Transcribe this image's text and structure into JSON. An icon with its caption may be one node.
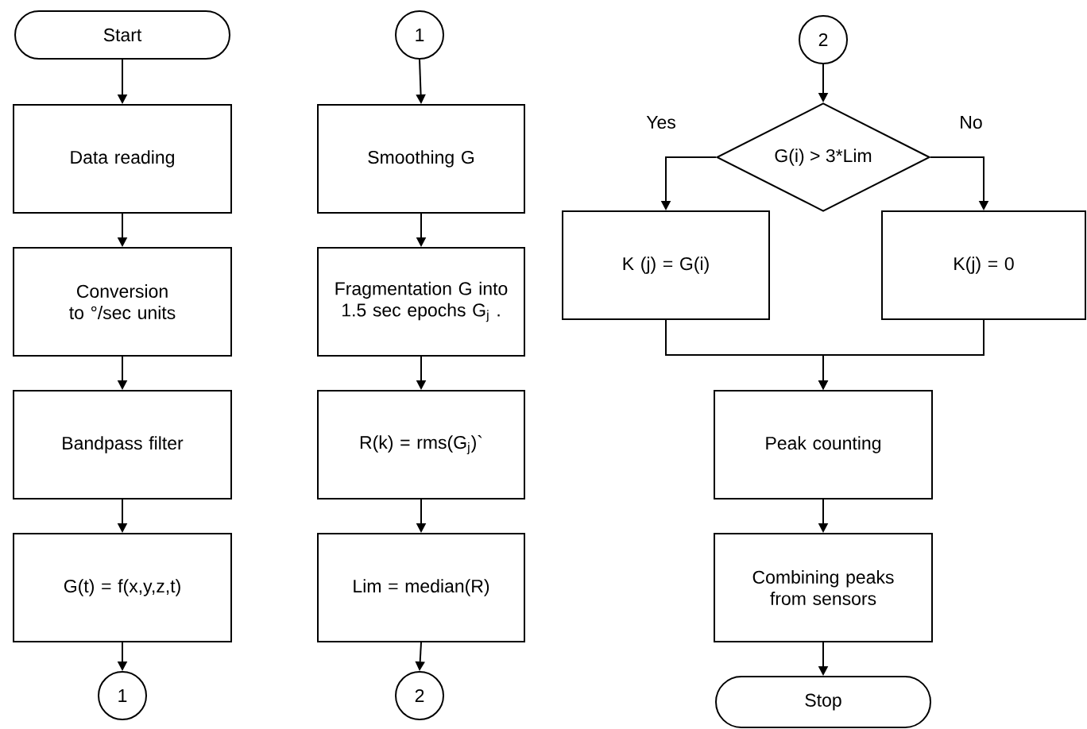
{
  "diagram": {
    "nodes": [
      {
        "text": [
          "Start"
        ]
      },
      {
        "text": [
          "Data reading"
        ]
      },
      {
        "text": [
          "Conversion to °/sec units"
        ]
      },
      {
        "text": [
          "Bandpass filter"
        ]
      },
      {
        "text": [
          "G(t) = f(x,y,z,t)"
        ]
      },
      {
        "text": [
          "1"
        ]
      },
      {
        "text": [
          "1"
        ]
      },
      {
        "text": [
          "Smoothing G"
        ]
      },
      {
        "text": [
          "Fragmentation G into 1.5 sec epochs G$_{j}$ ."
        ]
      },
      {
        "text": [
          "R(k) = rms(G$_{j}$)`"
        ]
      },
      {
        "text": [
          "Lim = median(R)"
        ]
      },
      {
        "text": [
          "2"
        ]
      },
      {
        "text": [
          "2"
        ]
      },
      {
        "text": [
          "G(i) > 3*Lim"
        ]
      },
      {
        "text": [
          "K (j) = G(i)"
        ]
      },
      {
        "text": [
          "K(j) = 0"
        ]
      },
      {
        "text": [
          "Peak counting"
        ]
      },
      {
        "text": [
          "Combining peaks from sensors"
        ]
      },
      {
        "text": [
          "Stop"
        ]
      }
    ],
    "edges": [
      {
        "from": 0,
        "to": 1,
        "arrow": "to"
      },
      {
        "from": 1,
        "to": 2,
        "arrow": "to"
      },
      {
        "from": 2,
        "to": 3,
        "arrow": "to"
      },
      {
        "from": 3,
        "to": 4,
        "arrow": "to"
      },
      {
        "from": 4,
        "to": 5,
        "arrow": "to"
      },
      {
        "from": 6,
        "to": 7,
        "arrow": "to"
      },
      {
        "from": 7,
        "to": 8,
        "arrow": "to"
      },
      {
        "from": 8,
        "to": 9,
        "arrow": "to"
      },
      {
        "from": 9,
        "to": 10,
        "arrow": "to"
      },
      {
        "from": 10,
        "to": 11,
        "arrow": "to"
      },
      {
        "from": 12,
        "to": 13,
        "arrow": "to"
      },
      {
        "from": 13,
        "to": 14,
        "arrow": "to",
        "label": "Yes"
      },
      {
        "from": 13,
        "to": 15,
        "arrow": "to",
        "label": "No"
      },
      {
        "from": 14,
        "to": 16,
        "arrow": "to"
      },
      {
        "from": 15,
        "to": 16,
        "arrow": "to"
      },
      {
        "from": 16,
        "to": 17,
        "arrow": "to"
      },
      {
        "from": 17,
        "to": 18,
        "arrow": "to"
      }
    ]
  }
}
